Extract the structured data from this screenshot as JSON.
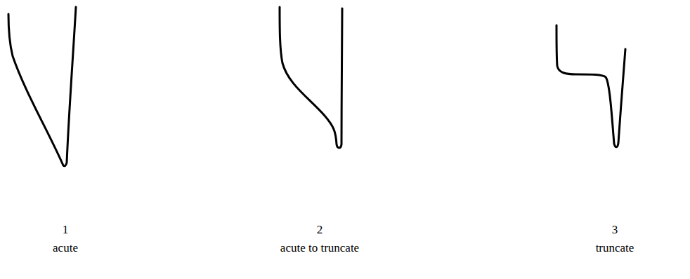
{
  "diagram": {
    "labels": [
      "1",
      "acute",
      "2",
      "acute to truncate",
      "3",
      "truncate"
    ]
  }
}
